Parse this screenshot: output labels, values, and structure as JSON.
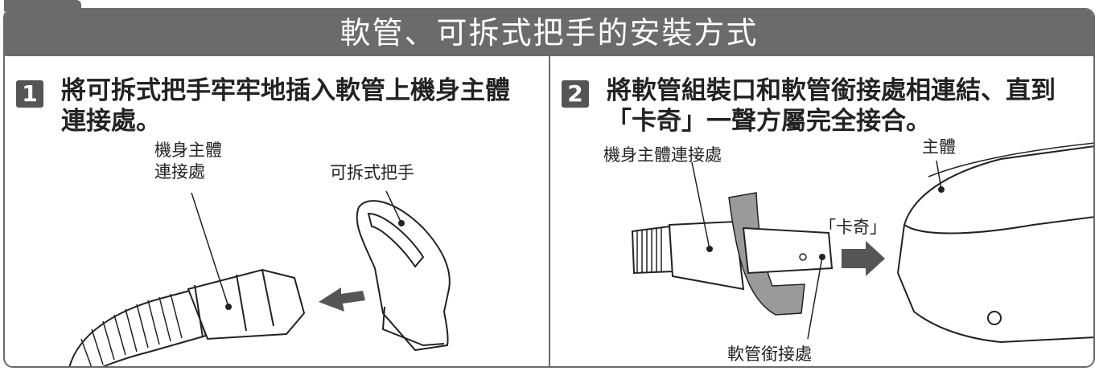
{
  "header": {
    "title": "軟管、可拆式把手的安裝方式"
  },
  "step1": {
    "number": "1",
    "instruction": "將可拆式把手牢牢地插入軟管上機身主體連接處。",
    "label_connector_line1": "機身主體",
    "label_connector_line2": "連接處",
    "label_handle": "可拆式把手"
  },
  "step2": {
    "number": "2",
    "instruction": "將軟管組裝口和軟管銜接處相連結、直到「卡奇」一聲方屬完全接合。",
    "label_connector": "機身主體連接處",
    "label_body": "主體",
    "label_click": "「卡奇」",
    "label_hose_joint": "軟管銜接處"
  }
}
